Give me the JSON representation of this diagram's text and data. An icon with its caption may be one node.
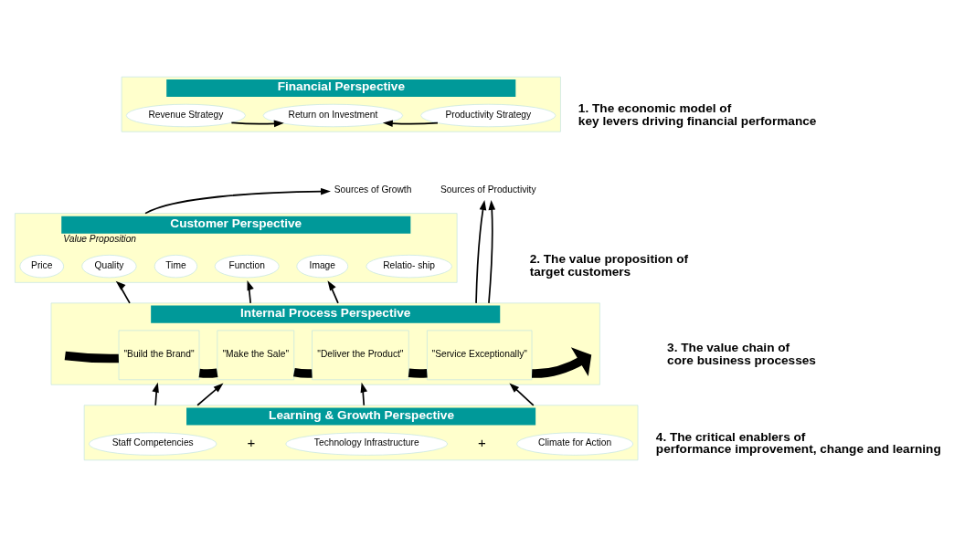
{
  "diagram": {
    "nodes": [
      {
        "text": [
          "Financial Perspective"
        ]
      },
      {
        "text": [
          "Revenue Strategy"
        ],
        "in": 0
      },
      {
        "text": [
          "Return on Investment"
        ],
        "in": 0
      },
      {
        "text": [
          "Productivity Strategy"
        ],
        "in": 0
      },
      {
        "text": [
          "Sources of Growth"
        ]
      },
      {
        "text": [
          "Sources of Productivity"
        ]
      },
      {
        "text": [
          "Customer Perspective",
          "Value Proposition"
        ]
      },
      {
        "text": [
          "Price"
        ],
        "in": 6
      },
      {
        "text": [
          "Quality"
        ],
        "in": 6
      },
      {
        "text": [
          "Time"
        ],
        "in": 6
      },
      {
        "text": [
          "Function"
        ],
        "in": 6
      },
      {
        "text": [
          "Image"
        ],
        "in": 6
      },
      {
        "text": [
          "Relatio- ship"
        ],
        "in": 6
      },
      {
        "text": [
          "Internal Process Perspective"
        ]
      },
      {
        "text": [
          "\"Build the Brand\""
        ],
        "in": 13
      },
      {
        "text": [
          "\"Make the Sale\""
        ],
        "in": 13
      },
      {
        "text": [
          "\"Deliver the Product\""
        ],
        "in": 13
      },
      {
        "text": [
          "\"Service Exceptionally\""
        ],
        "in": 13
      },
      {
        "text": [
          "Learning & Growth Perspective"
        ]
      },
      {
        "text": [
          "Staff Competencies"
        ],
        "in": 18
      },
      {
        "text": [
          "Technology Infrastructure"
        ],
        "in": 18
      },
      {
        "text": [
          "Climate for Action"
        ],
        "in": 18
      }
    ],
    "edges": [
      {
        "from": 1,
        "to": 2,
        "arrow": "to"
      },
      {
        "from": 3,
        "to": 2,
        "arrow": "to"
      },
      {
        "from": 6,
        "to": 4,
        "arrow": "to"
      },
      {
        "from": 13,
        "to": 6,
        "arrow": "to"
      },
      {
        "from": 13,
        "to": 6,
        "arrow": "to"
      },
      {
        "from": 13,
        "to": 6,
        "arrow": "to"
      },
      {
        "from": 13,
        "to": 5,
        "arrow": "to"
      },
      {
        "from": 13,
        "to": 5,
        "arrow": "to"
      },
      {
        "from": null,
        "to": 14,
        "arrow": "none",
        "style": "thick"
      },
      {
        "from": 14,
        "to": 15,
        "arrow": "none",
        "style": "thick"
      },
      {
        "from": 15,
        "to": 16,
        "arrow": "none",
        "style": "thick"
      },
      {
        "from": 16,
        "to": 17,
        "arrow": "none",
        "style": "thick"
      },
      {
        "from": 17,
        "to": null,
        "arrow": "to",
        "style": "thick"
      },
      {
        "from": 18,
        "to": 13,
        "arrow": "to"
      },
      {
        "from": 18,
        "to": 13,
        "arrow": "to"
      },
      {
        "from": 18,
        "to": 13,
        "arrow": "to"
      },
      {
        "from": 18,
        "to": 13,
        "arrow": "to"
      }
    ],
    "labels": [
      "1. The economic model of key levers driving financial performance",
      "2. The value proposition of target customers",
      "3. The value chain of core business processes",
      "+",
      "+",
      "4. The critical enablers of performance improvement, change and learning"
    ]
  }
}
